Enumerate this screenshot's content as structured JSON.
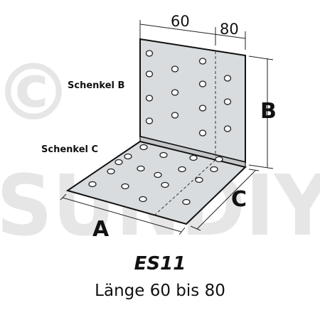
{
  "watermark": {
    "symbol": "©",
    "text": "SUNDIY"
  },
  "dimensions": {
    "width_min": "60",
    "width_max": "80"
  },
  "labels": {
    "leg_b": "Schenkel B",
    "leg_c": "Schenkel C",
    "a": "A",
    "b": "B",
    "c": "C"
  },
  "caption": {
    "model": "ES11",
    "length": "Länge 60 bis 80"
  },
  "colors": {
    "plate": "#d9dcde",
    "plate_shade": "#c9ccce",
    "outline": "#111111",
    "watermark": "#e6e6e6"
  }
}
